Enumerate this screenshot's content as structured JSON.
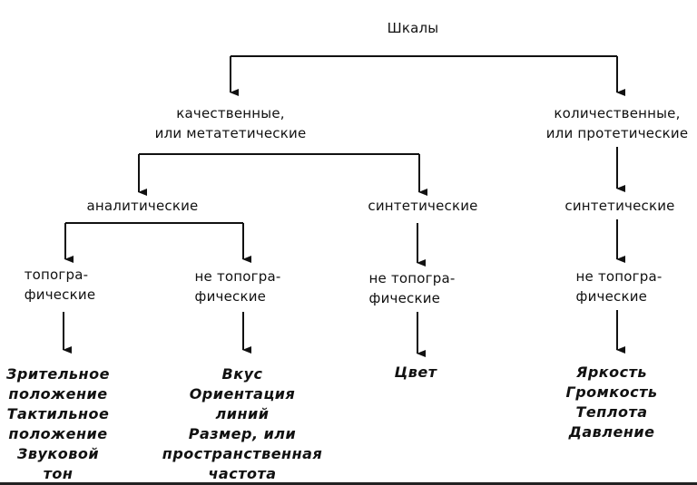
{
  "diagram": {
    "root": {
      "label": "Шкалы"
    },
    "qualitative": {
      "lines": [
        "качественные,",
        "или метатетические"
      ]
    },
    "quantitative": {
      "lines": [
        "количественные,",
        "или протетические"
      ]
    },
    "analytic": {
      "label": "аналитические"
    },
    "synthetic_qual": {
      "label": "синтетические"
    },
    "synthetic_quant": {
      "label": "синтетические"
    },
    "topographic": {
      "lines": [
        "топогра-",
        "фические"
      ]
    },
    "non_topographic_analytic": {
      "lines": [
        "не топогра-",
        "фические"
      ]
    },
    "non_topographic_synthetic": {
      "lines": [
        "не топогра-",
        "фические"
      ]
    },
    "non_topographic_quant": {
      "lines": [
        "не топогра-",
        "фические"
      ]
    },
    "examples_topographic": [
      "Зрительное",
      "положение",
      "Тактильное",
      "положение",
      "Звуковой",
      "тон"
    ],
    "examples_non_topographic_analytic": [
      "Вкус",
      "Ориентация",
      "линий",
      "Размер, или",
      "пространственная",
      "частота"
    ],
    "examples_synthetic": [
      "Цвет"
    ],
    "examples_quantitative": [
      "Яркость",
      "Громкость",
      "Теплота",
      "Давление"
    ]
  }
}
